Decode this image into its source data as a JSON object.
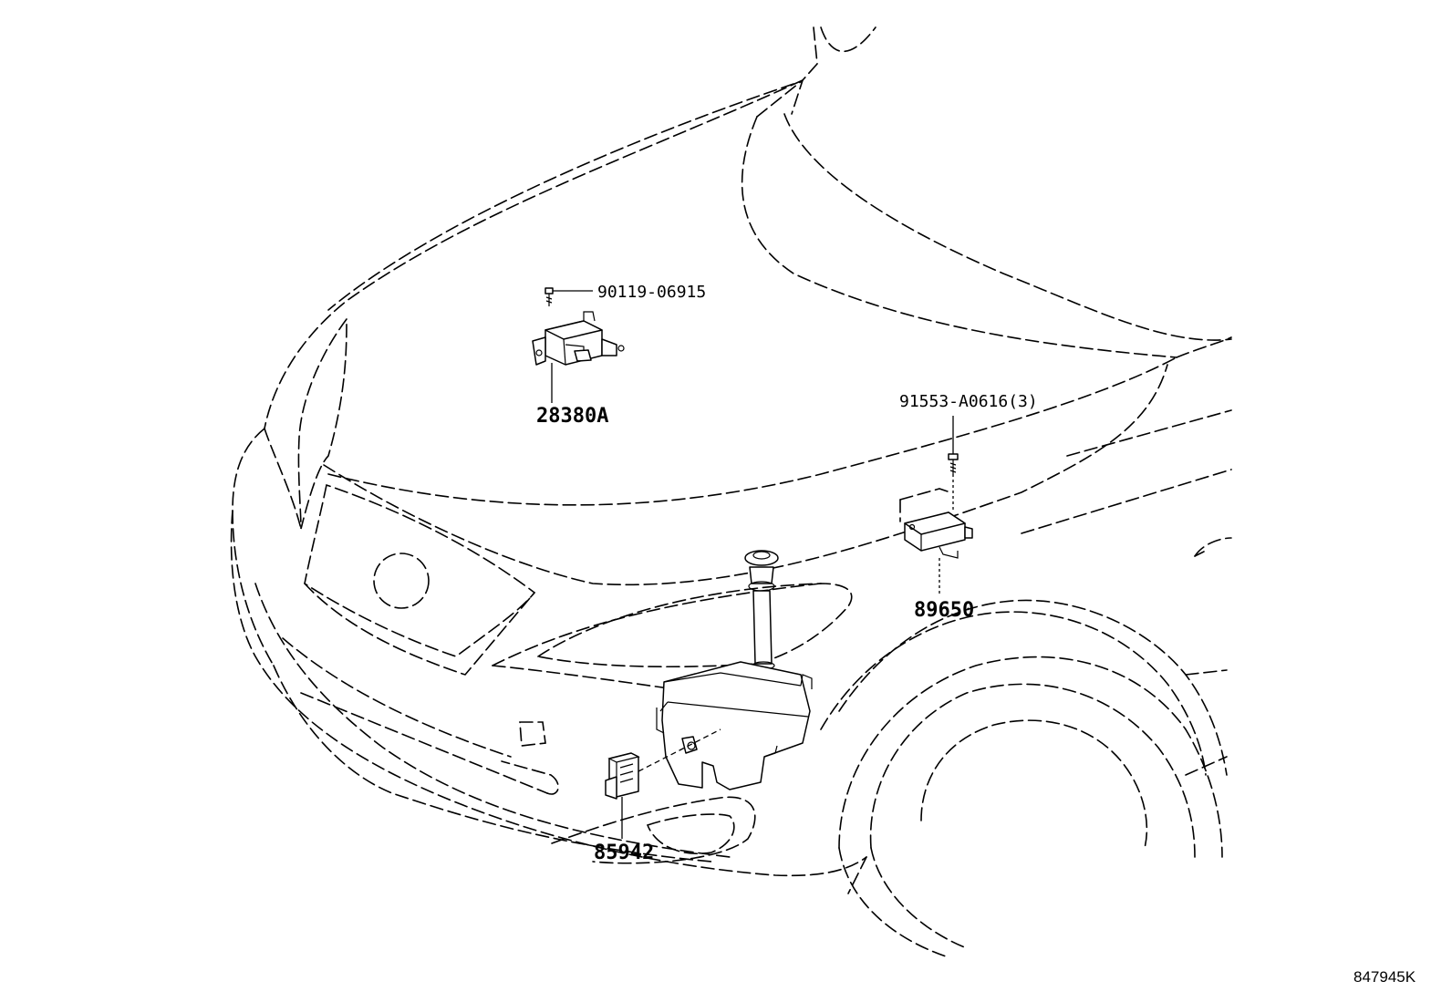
{
  "callouts": {
    "bolt_90119": "90119-06915",
    "part_28380A": "28380A",
    "bolt_91553": "91553-A0616(3)",
    "part_89650": "89650",
    "part_85942": "85942"
  },
  "figure_ref": "847945K"
}
